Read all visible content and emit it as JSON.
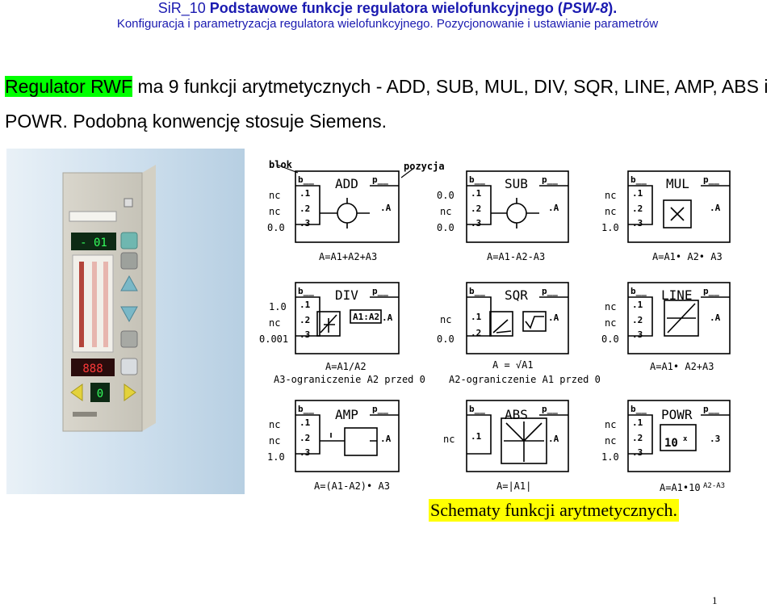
{
  "header": {
    "course_code": "SiR_10",
    "title": "Podstawowe funkcje regulatora wielofunkcyjnego",
    "doc_id": "PSW-8",
    "subtitle": "Konfiguracja i parametryzacja regulatora wielofunkcyjnego. Pozycjonowanie i ustawianie parametrów"
  },
  "paragraph": {
    "highlight": "Regulator RWF",
    "text": " ma 9 funkcji arytmetycznych - ADD, SUB, MUL, DIV, SQR, LINE, AMP, ABS i POWR. Podobną konwencję stosuje Siemens."
  },
  "schematic": {
    "label_blok": "blok",
    "label_pozycja": "pozycja",
    "blocks": [
      {
        "name": "ADD",
        "inputs": [
          "nc",
          "nc",
          "0.0"
        ],
        "formula": "A=A1+A2+A3"
      },
      {
        "name": "SUB",
        "inputs": [
          "0.0",
          "nc",
          "0.0"
        ],
        "formula": "A=A1-A2-A3"
      },
      {
        "name": "MUL",
        "inputs": [
          "nc",
          "nc",
          "1.0"
        ],
        "formula": "A=A1• A2• A3"
      },
      {
        "name": "DIV",
        "inputs": [
          "1.0",
          "nc",
          "0.001"
        ],
        "formula": "A=A1/A2",
        "note": "A3-ograniczenie A2 przed 0",
        "inner": "A1:A2"
      },
      {
        "name": "SQR",
        "inputs": [
          "nc",
          "0.0"
        ],
        "formula": "A = √A1",
        "note": "A2-ograniczenie A1 przed 0"
      },
      {
        "name": "LINE",
        "inputs": [
          "nc",
          "nc",
          "0.0"
        ],
        "formula": "A=A1• A2+A3"
      },
      {
        "name": "AMP",
        "inputs": [
          "nc",
          "nc",
          "1.0"
        ],
        "formula": "A=(A1-A2)• A3"
      },
      {
        "name": "ABS",
        "inputs": [
          "nc"
        ],
        "formula": "A=|A1|"
      },
      {
        "name": "POWR",
        "inputs": [
          "nc",
          "nc",
          "1.0"
        ],
        "formula": "A=A1•10",
        "formula_exp": "A2-A3",
        "inner": "10",
        "inner_exp": "x"
      }
    ],
    "port_b": "b__",
    "port_p": "p__",
    "port_in1": ".1",
    "port_in2": ".2",
    "port_in3": ".3",
    "port_out": ".A",
    "port_out3": ".3"
  },
  "caption": "Schematy funkcji arytmetycznych.",
  "page_number": "1",
  "colors": {
    "header": "#1a1ab0",
    "highlight_green": "#00ff00",
    "highlight_yellow": "#ffff00"
  }
}
